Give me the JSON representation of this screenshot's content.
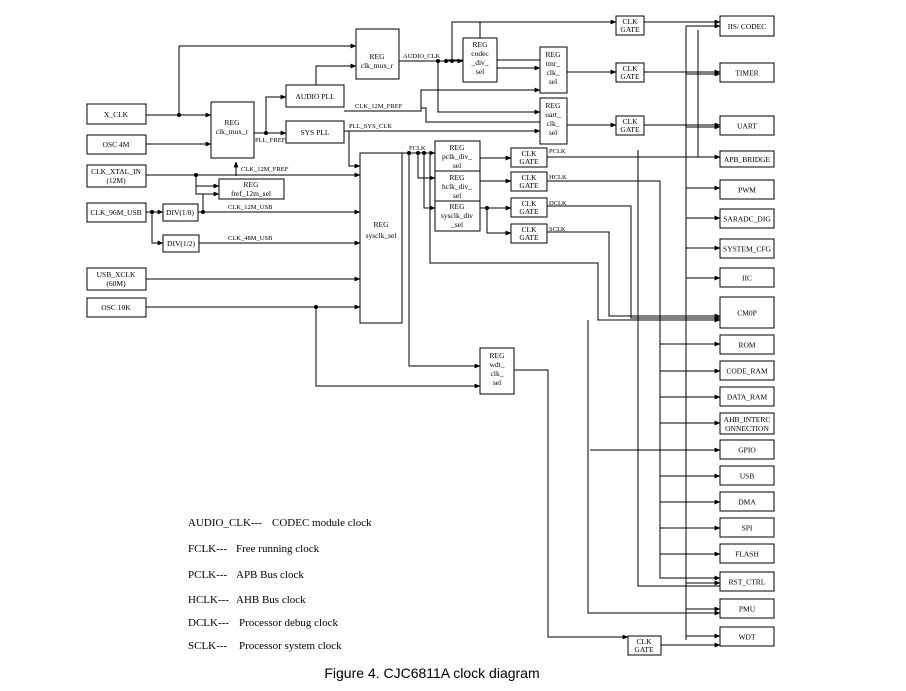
{
  "inputs": {
    "x_clk": "X_CLK",
    "osc_4m": "OSC 4M",
    "clk_xtal_1": "CLK_XTAL_IN",
    "clk_xtal_2": "(12M)",
    "clk_96m_usb": "CLK_96M_USB",
    "usb_xclk_1": "USB_XCLK",
    "usb_xclk_2": "(60M)",
    "osc_10k": "OSC 10K"
  },
  "blocks": {
    "reg_clk_mux_1": [
      "REG",
      "clk_mux_r"
    ],
    "reg_clk_mux_2": [
      "REG",
      "clk_mux_r"
    ],
    "audio_pll": "AUDIO PLL",
    "sys_pll": "SYS PLL",
    "reg_fref": [
      "REG",
      "fref_12m_sel"
    ],
    "div_1_8": "DIV(1/8)",
    "div_1_2": "DIV(1/2)",
    "reg_sysclk_sel": [
      "REG",
      "sysclk_sel"
    ],
    "reg_codec_div": [
      "REG",
      "codec",
      "_div_",
      "sel"
    ],
    "reg_tmr_clk": [
      "REG",
      "tmr_",
      "clk_",
      "sel"
    ],
    "reg_uart_clk": [
      "REG",
      "uart_",
      "clk_",
      "sel"
    ],
    "reg_pclk_div": [
      "REG",
      "pclk_div_",
      "sel"
    ],
    "reg_hclk_div": [
      "REG",
      "hclk_div_",
      "sel"
    ],
    "reg_sysclk_div": [
      "REG",
      "sysclk_div",
      "_sel"
    ],
    "reg_wdt_clk": [
      "REG",
      "wdt_",
      "clk_",
      "sel"
    ],
    "clk_gate": [
      "CLK",
      "GATE"
    ]
  },
  "signals": {
    "audio_clk": "AUDIO_CLK",
    "pll_fref": "PLL_FREF",
    "clk_12m_fref": "CLK_12M_FREF",
    "pll_sys_clk": "PLL_SYS_CLK",
    "fclk": "FCLK",
    "clk_12m_usb": "CLK_12M_USB",
    "clk_48m_usb": "CLK_48M_USB",
    "pclk": "PCLK",
    "hclk": "HCLK",
    "dclk": "DCLK",
    "sclk": "SCLK"
  },
  "modules": [
    "IIS/ CODEC",
    "TIMER",
    "UART",
    "APB_BRIDGE",
    "PWM",
    "SARADC_DIG",
    "SYSTEM_CFG",
    "IIC",
    "CM0P",
    "ROM",
    "CODE_RAM",
    "DATA_RAM",
    "AHB_INTERC|ONNECTION",
    "GPIO",
    "USB",
    "DMA",
    "SPI",
    "FLASH",
    "RST_CTRL",
    "PMU",
    "WDT"
  ],
  "legend": [
    {
      "abbr": "AUDIO_CLK---",
      "desc": "CODEC module clock"
    },
    {
      "abbr": "FCLK---",
      "desc": "Free running clock"
    },
    {
      "abbr": "PCLK---",
      "desc": "APB Bus clock"
    },
    {
      "abbr": "HCLK---",
      "desc": "AHB Bus clock"
    },
    {
      "abbr": "DCLK---",
      "desc": "Processor debug clock"
    },
    {
      "abbr": "SCLK---",
      "desc": "Processor system clock"
    }
  ],
  "caption": "Figure 4. CJC6811A clock diagram"
}
